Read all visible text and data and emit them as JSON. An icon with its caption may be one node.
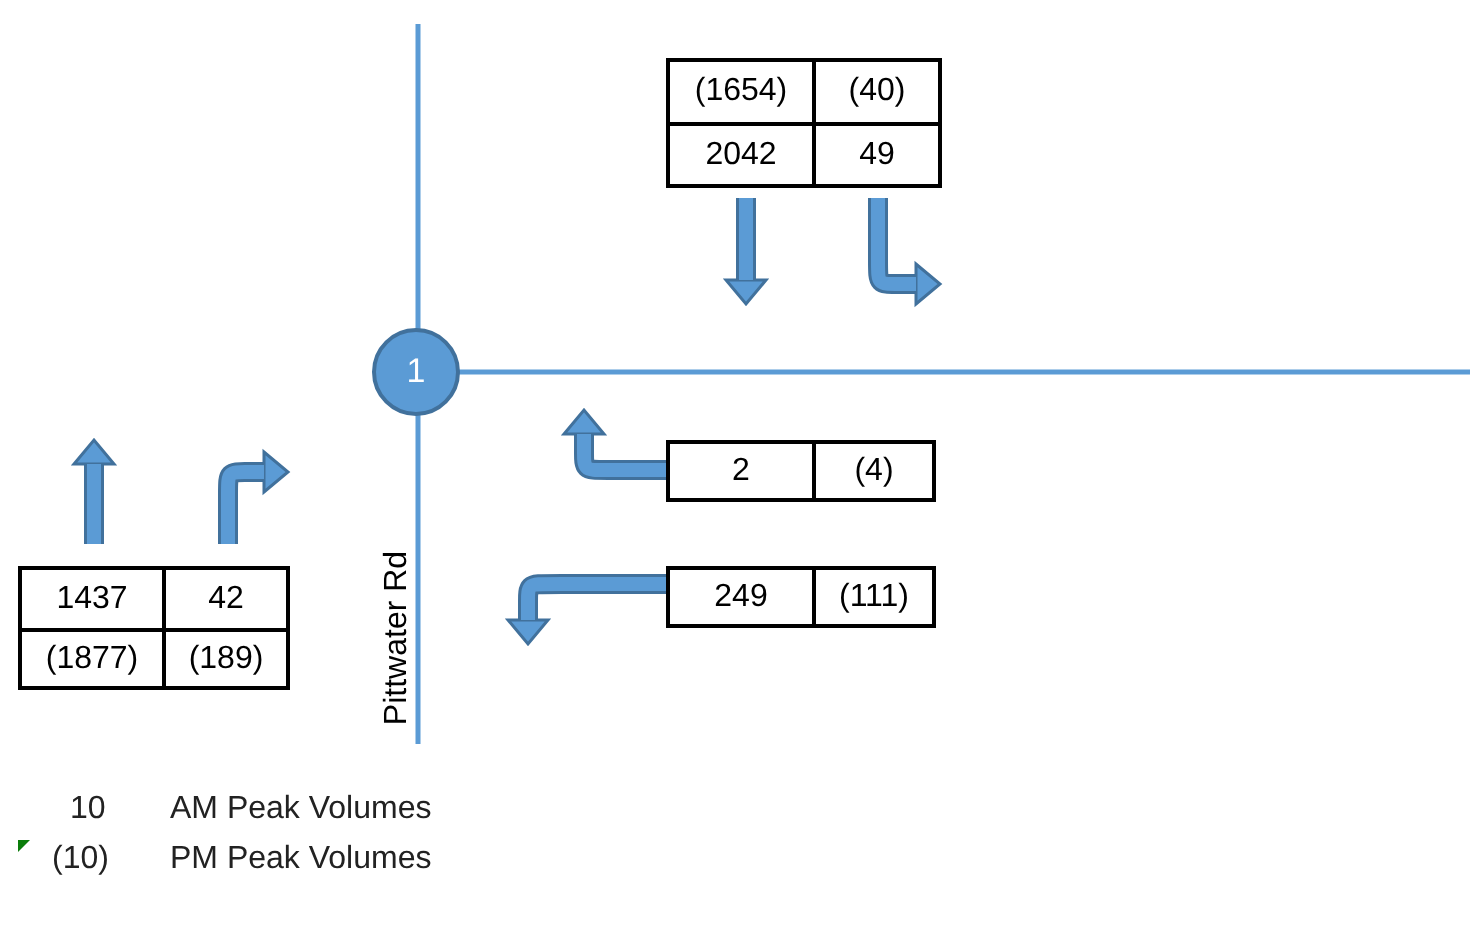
{
  "diagram": {
    "nodes": [
      {
        "text": [
          "1"
        ]
      }
    ],
    "labels": [
      "(1654)",
      "(40)",
      "2042",
      "49",
      "2",
      "(4)",
      "1437",
      "42",
      "249",
      "(111)",
      "(1877)",
      "(189)",
      "Pittwater Rd",
      "10",
      "AM Peak Volumes",
      "(10)",
      "PM Peak Volumes"
    ]
  }
}
